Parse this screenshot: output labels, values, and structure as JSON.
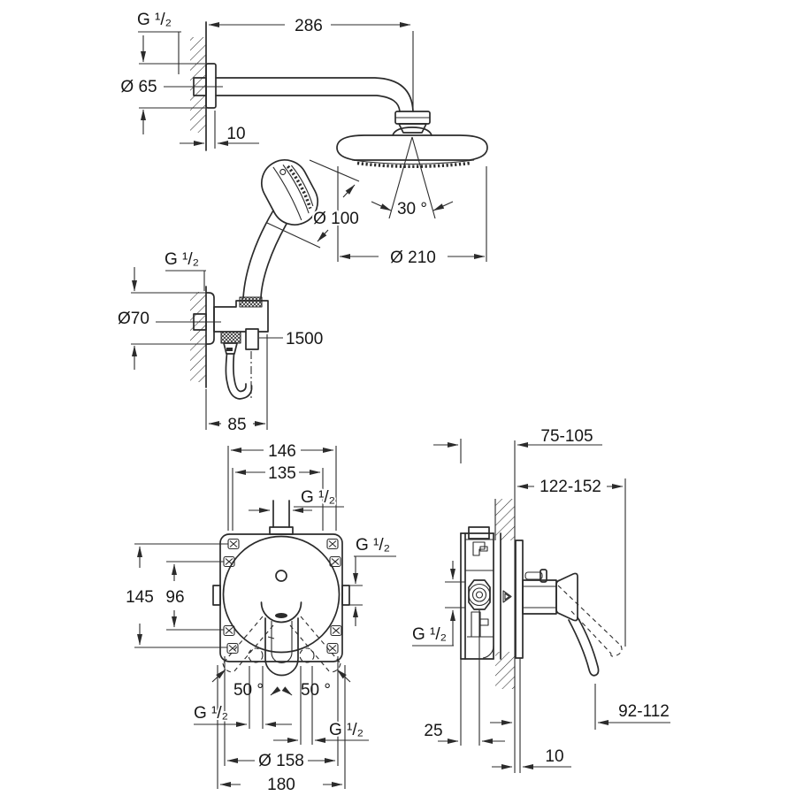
{
  "colors": {
    "line": "#2b2b2b",
    "ink": "#161616",
    "background": "#ffffff"
  },
  "labels": {
    "top": {
      "thread": "G ¹/₂",
      "arm_length": "286",
      "flange_diameter": "Ø 65",
      "flange_depth": "10",
      "spray_angle": "30 °",
      "hand_shower_diameter": "Ø 100",
      "head_diameter": "Ø 210"
    },
    "holder": {
      "thread": "G ¹/₂",
      "flange_diameter": "Ø70",
      "hose_length": "1500",
      "depth": "85"
    },
    "front_view": {
      "width_outer": "146",
      "width_inner": "135",
      "thread_top": "G ¹/₂",
      "thread_side": "G ¹/₂",
      "height_outer": "145",
      "height_inner": "96",
      "angle_left": "50 °",
      "angle_right": "50 °",
      "thread_bottom_left": "G ¹/₂",
      "thread_bottom_right": "G ¹/₂",
      "plate_diameter": "Ø 158",
      "box_width": "180"
    },
    "side_view": {
      "depth_min_max": "75-105",
      "total_depth": "122-152",
      "thread": "G ¹/₂",
      "union_offset": "25",
      "wall_clearance": "10",
      "handle_projection": "92-112"
    }
  }
}
